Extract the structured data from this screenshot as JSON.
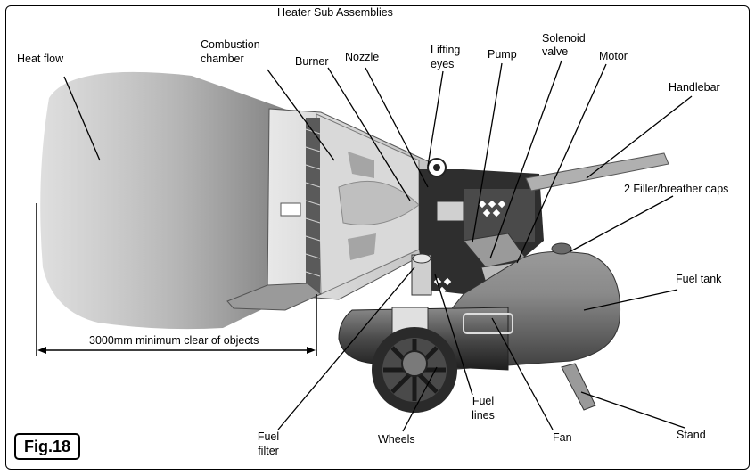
{
  "title": "Heater Sub Assemblies",
  "figure_label": "Fig.18",
  "dimension_label": "3000mm minimum clear of objects",
  "labels": {
    "heat_flow": "Heat flow",
    "combustion_chamber_1": "Combustion",
    "combustion_chamber_2": "chamber",
    "burner": "Burner",
    "nozzle": "Nozzle",
    "lifting_eyes_1": "Lifting",
    "lifting_eyes_2": "eyes",
    "pump": "Pump",
    "solenoid_valve_1": "Solenoid",
    "solenoid_valve_2": "valve",
    "motor": "Motor",
    "handlebar": "Handlebar",
    "filler_caps": "2 Filler/breather caps",
    "fuel_tank": "Fuel tank",
    "fuel_filter_1": "Fuel",
    "fuel_filter_2": "filter",
    "wheels": "Wheels",
    "fuel_lines_1": "Fuel",
    "fuel_lines_2": "lines",
    "fan": "Fan",
    "stand": "Stand"
  },
  "colors": {
    "line": "#000000",
    "body_dark": "#3a3a3a",
    "body_mid": "#7a7a7a",
    "body_light": "#c8c8c8",
    "heat_flow": "#b5b5b5"
  }
}
